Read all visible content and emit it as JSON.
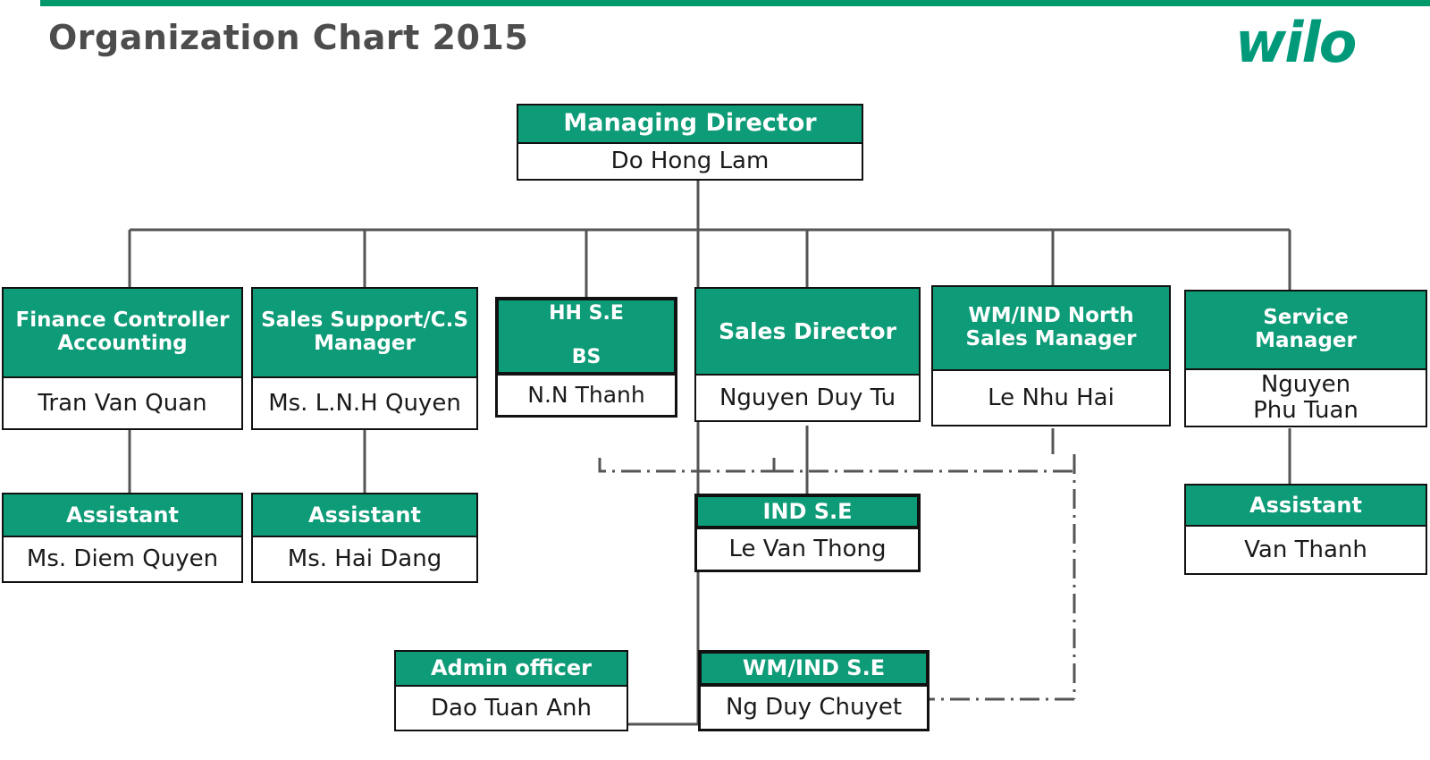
{
  "page": {
    "title": "Organization Chart 2015",
    "logo_text": "wilo",
    "accent_color": "#00996B",
    "box_header_color": "#0E9B77",
    "title_color": "#4d4d4d",
    "line_color": "#555555"
  },
  "chart_data": {
    "type": "diagram",
    "title": "Organization Chart 2015",
    "nodes": [
      {
        "id": "md",
        "title": "Managing Director",
        "name": "Do Hong Lam"
      },
      {
        "id": "finance",
        "title": "Finance Controller\nAccounting",
        "name": "Tran Van Quan"
      },
      {
        "id": "salessup",
        "title": "Sales Support/C.S\nManager",
        "name": "Ms. L.N.H Quyen"
      },
      {
        "id": "hhse",
        "title": "HH S.E\n\nBS",
        "name": "N.N Thanh"
      },
      {
        "id": "salesdir",
        "title": "Sales Director",
        "name": "Nguyen Duy Tu"
      },
      {
        "id": "wmindnorth",
        "title": "WM/IND North\nSales  Manager",
        "name": "Le Nhu Hai"
      },
      {
        "id": "service",
        "title": "Service\nManager",
        "name": "Nguyen\nPhu Tuan"
      },
      {
        "id": "asst1",
        "title": "Assistant",
        "name": "Ms. Diem Quyen"
      },
      {
        "id": "asst2",
        "title": "Assistant",
        "name": "Ms. Hai Dang"
      },
      {
        "id": "indse",
        "title": "IND S.E",
        "name": "Le Van Thong"
      },
      {
        "id": "asst3",
        "title": "Assistant",
        "name": "Van Thanh"
      },
      {
        "id": "admin",
        "title": "Admin officer",
        "name": "Dao Tuan Anh"
      },
      {
        "id": "wmindse",
        "title": "WM/IND S.E",
        "name": "Ng Duy Chuyet"
      }
    ],
    "edges": [
      {
        "from": "md",
        "to": "finance",
        "style": "solid"
      },
      {
        "from": "md",
        "to": "salessup",
        "style": "solid"
      },
      {
        "from": "md",
        "to": "hhse",
        "style": "solid"
      },
      {
        "from": "md",
        "to": "salesdir",
        "style": "solid"
      },
      {
        "from": "md",
        "to": "wmindnorth",
        "style": "solid"
      },
      {
        "from": "md",
        "to": "service",
        "style": "solid"
      },
      {
        "from": "md",
        "to": "admin",
        "style": "solid"
      },
      {
        "from": "finance",
        "to": "asst1",
        "style": "solid"
      },
      {
        "from": "salessup",
        "to": "asst2",
        "style": "solid"
      },
      {
        "from": "salesdir",
        "to": "indse",
        "style": "solid"
      },
      {
        "from": "service",
        "to": "asst3",
        "style": "solid"
      },
      {
        "from": "hhse",
        "to": "salesdir",
        "style": "dash-dot"
      },
      {
        "from": "wmindnorth",
        "to": "wmindse",
        "style": "dash-dot"
      }
    ]
  }
}
